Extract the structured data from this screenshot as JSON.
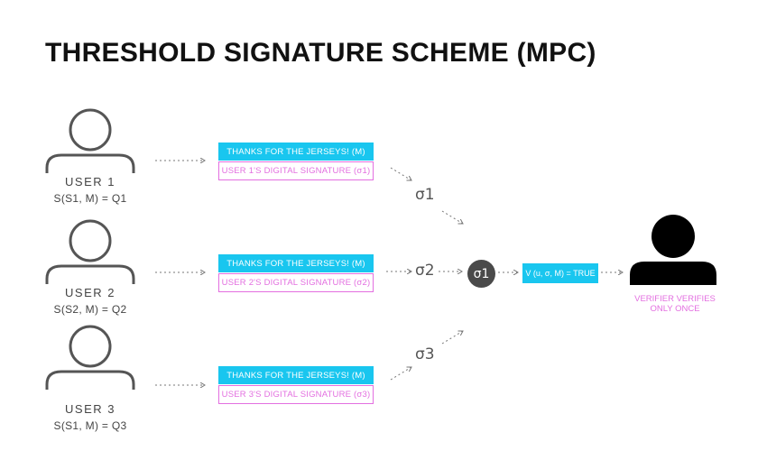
{
  "title": "THRESHOLD SIGNATURE SCHEME (MPC)",
  "users": [
    {
      "label": "USER 1",
      "formula": "S(S1, M) = Q1",
      "message": "THANKS FOR THE JERSEYS! (M)",
      "signature": "USER 1'S DIGITAL SIGNATURE (σ1)",
      "sigma": "σ1"
    },
    {
      "label": "USER 2",
      "formula": "S(S2, M) = Q2",
      "message": "THANKS FOR THE JERSEYS! (M)",
      "signature": "USER 2'S DIGITAL SIGNATURE (σ2)",
      "sigma": "σ2"
    },
    {
      "label": "USER 3",
      "formula": "S(S1, M) = Q3",
      "message": "THANKS FOR THE JERSEYS! (M)",
      "signature": "USER 3'S DIGITAL SIGNATURE (σ3)",
      "sigma": "σ3"
    }
  ],
  "aggregate": "σ1",
  "verify": "V (u, σ, M) = TRUE",
  "verifier": {
    "line1": "VERIFIER VERIFIES",
    "line2": "ONLY ONCE"
  },
  "colors": {
    "message_bg": "#19c6ef",
    "signature": "#e36fe0",
    "aggregate_bg": "#4a4a4a",
    "verifier_icon": "#000000"
  }
}
